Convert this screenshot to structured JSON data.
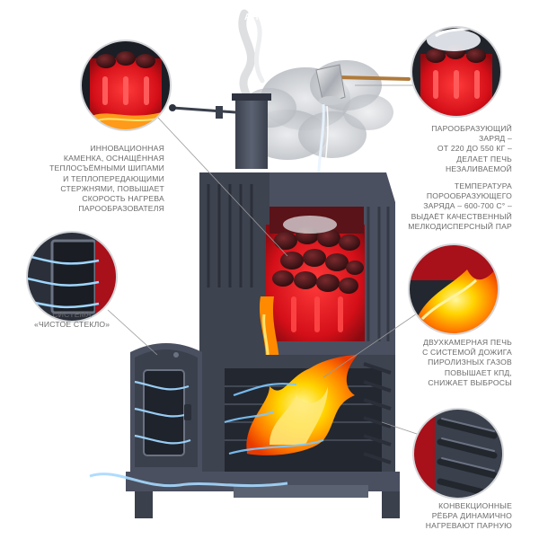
{
  "header": {
    "title_fragment": "АНИ"
  },
  "callouts": {
    "innovation": [
      "ИННОВАЦИОННАЯ",
      "КАМЕНКА, ОСНАЩЁННАЯ",
      "ТЕПЛОСЪЁМНЫМИ ШИПАМИ",
      "И ТЕПЛОПЕРЕДАЮЩИМИ",
      "СТЕРЖНЯМИ, ПОВЫШАЕТ",
      "СКОРОСТЬ НАГРЕВА",
      "ПАРООБРАЗОВАТЕЛЯ"
    ],
    "steam_charge": [
      "ПАРООБРАЗУЮЩИЙ",
      "ЗАРЯД –",
      "ОТ 220 ДО 550 КГ –",
      "ДЕЛАЕТ ПЕЧЬ",
      "НЕЗАЛИВАЕМОЙ"
    ],
    "temperature": [
      "ТЕМПЕРАТУРА",
      "ПОРООБРАЗУЮЩЕГО",
      "ЗАРЯДА – 600-700 С° –",
      "ВЫДАЁТ КАЧЕСТВЕННЫЙ",
      "МЕЛКОДИСПЕРСНЫЙ ПАР"
    ],
    "clean_glass": [
      "СИСТЕМА",
      "«ЧИСТОЕ СТЕКЛО»"
    ],
    "two_chamber": [
      "ДВУХКАМЕРНАЯ ПЕЧЬ",
      "С СИСТЕМОЙ ДОЖИГА",
      "ПИРОЛИЗНЫХ ГАЗОВ",
      "ПОВЫШАЕТ КПД,",
      "СНИЖАЕТ ВЫБРОСЫ"
    ],
    "convection": [
      "КОНВЕКЦИОННЫЕ",
      "РЁБРА ДИНАМИЧНО",
      "НАГРЕВАЮТ ПАРНУЮ"
    ]
  },
  "colors": {
    "stove_body": "#4a5060",
    "stove_dark": "#2f3440",
    "stove_light": "#6b7282",
    "fire_orange": "#ff8a00",
    "fire_yellow": "#ffd400",
    "hot_red": "#e4121b",
    "airflow_blue": "#7fc8ff",
    "steam_gray": "#c9ccd0",
    "callout_text": "#6a6a6a",
    "leader_line": "#9a9a9a"
  },
  "icons": {
    "ladle": "ladle-icon",
    "fire": "fire-icon",
    "stones": "stones-icon"
  }
}
